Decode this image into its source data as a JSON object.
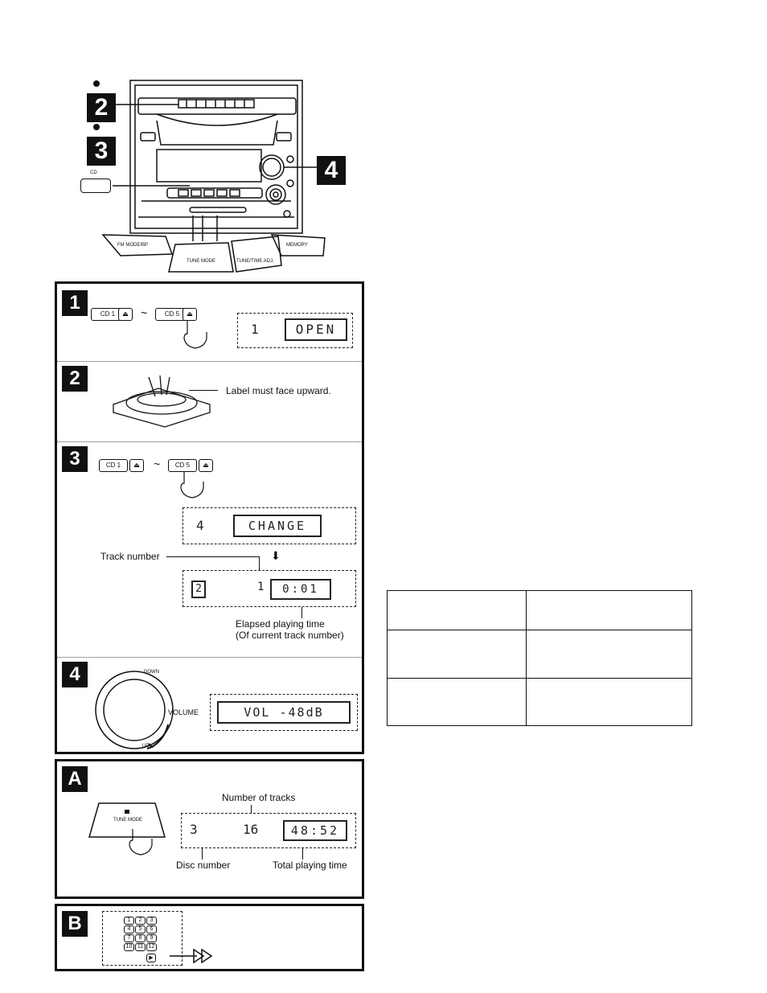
{
  "hero": {
    "badge_2": "2",
    "badge_3": "3",
    "badge_4": "4",
    "cd_button_label": "CD",
    "buttons": {
      "fm_mode": "FM MODE/BP",
      "tune_mode": "TUNE MODE",
      "tune_time": "TUNE/TIME ADJ.",
      "memory": "MEMORY"
    }
  },
  "step1": {
    "badge": "1",
    "cd1": "CD 1",
    "cd5": "CD 5",
    "tilde": "~",
    "display_disc": "1",
    "display_text": "OPEN"
  },
  "step2": {
    "badge": "2",
    "label": "Label must face upward."
  },
  "step3": {
    "badge": "3",
    "cd1": "CD 1",
    "cd5": "CD 5",
    "tilde": "~",
    "display1_disc": "4",
    "display1_text": "CHANGE",
    "track_number_label": "Track number",
    "arrow": "⬇",
    "display2_disc": "2",
    "display2_track": "1",
    "display2_time": "0:01",
    "elapsed_label": "Elapsed playing time",
    "elapsed_sub": "(Of current track number)"
  },
  "step4": {
    "badge": "4",
    "down": "DOWN",
    "volume": "VOLUME",
    "up": "UP",
    "display_text": "VOL  -48dB"
  },
  "stepA": {
    "badge": "A",
    "tune_mode": "TUNE MODE",
    "number_of_tracks": "Number of tracks",
    "display_disc": "3",
    "display_tracks": "16",
    "display_time": "48:52",
    "disc_number": "Disc number",
    "total_time": "Total playing time"
  },
  "stepB": {
    "badge": "B",
    "keys": [
      "1",
      "2",
      "3",
      "4",
      "5",
      "6",
      "7",
      "8",
      "9",
      "10",
      "11",
      "12"
    ],
    "play_key": "▶"
  }
}
